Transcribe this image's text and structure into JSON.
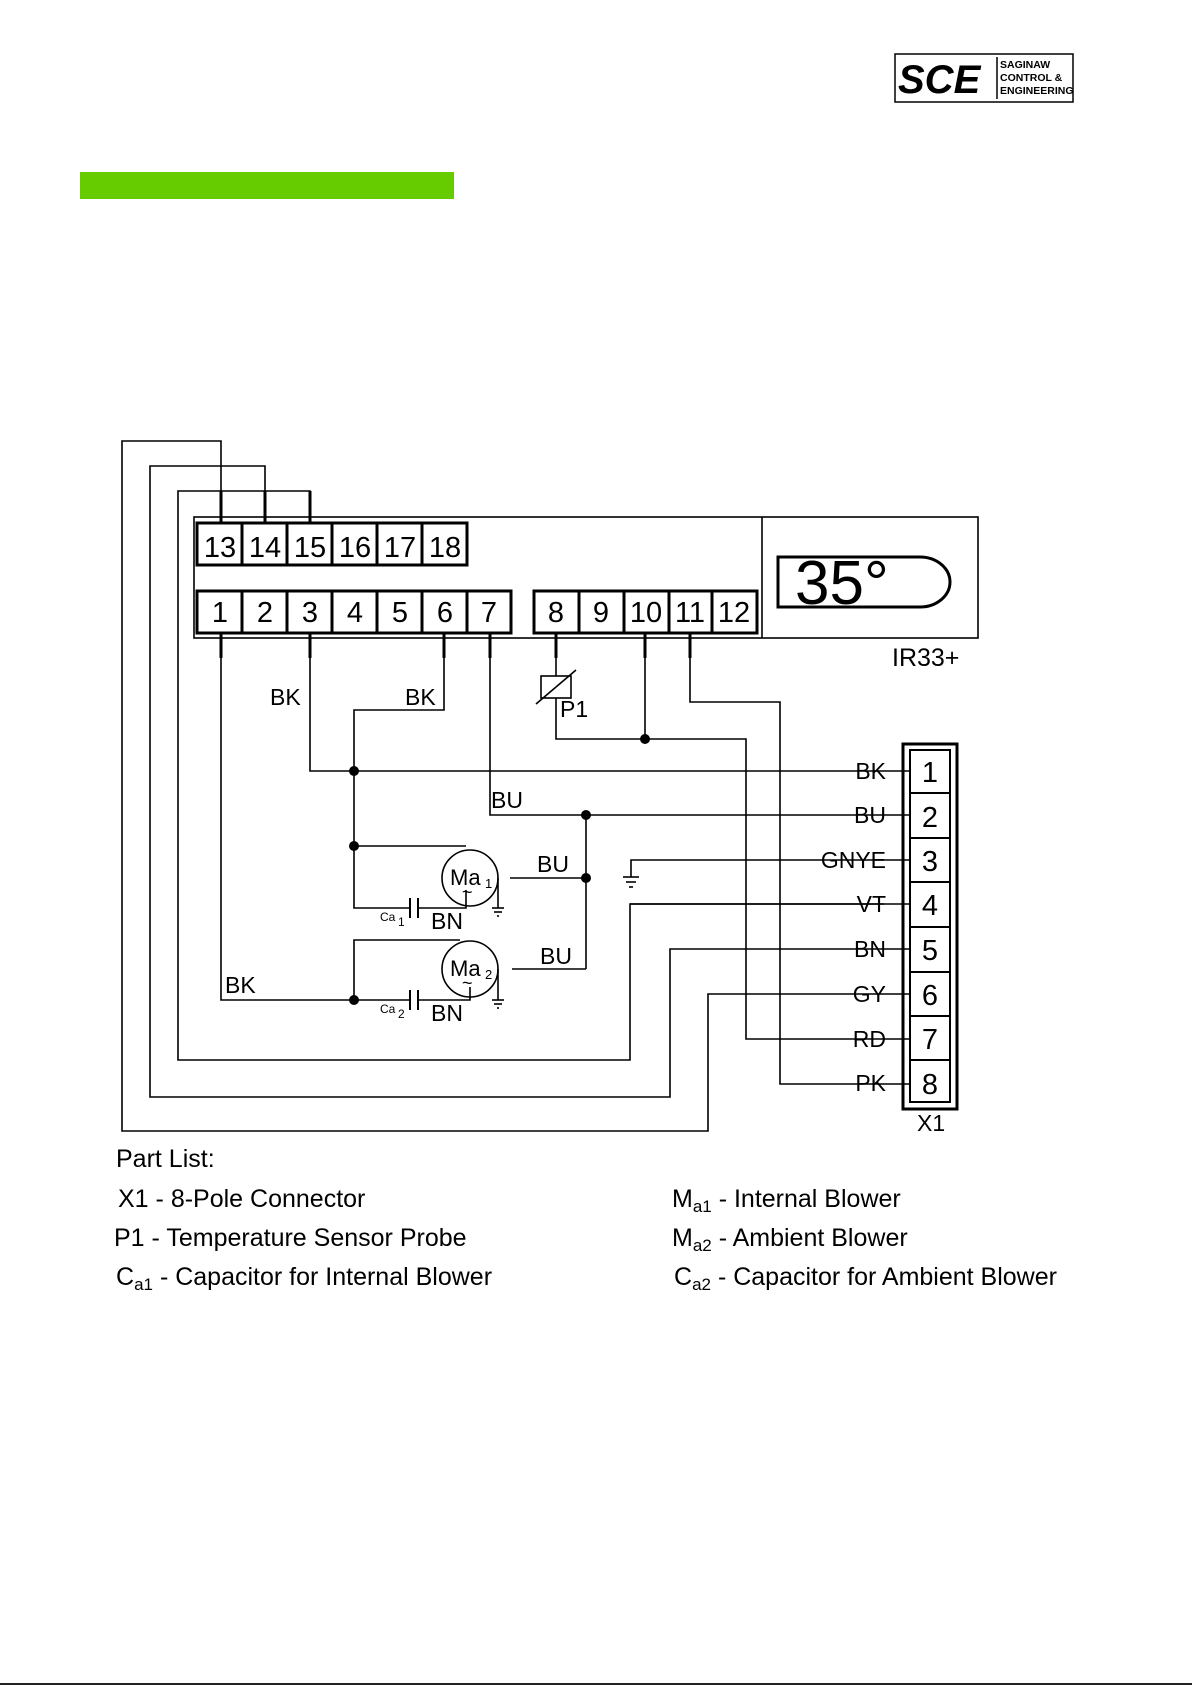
{
  "header": {
    "logo_mark": "SCE",
    "logo_line1": "SAGINAW",
    "logo_line2": "CONTROL &",
    "logo_line3": "ENGINEERING",
    "accent_color": "#66cc00"
  },
  "controller": {
    "top_terminals": [
      "13",
      "14",
      "15",
      "16",
      "17",
      "18"
    ],
    "bottom_terminals_a": [
      "1",
      "2",
      "3",
      "4",
      "5",
      "6",
      "7"
    ],
    "bottom_terminals_b": [
      "8",
      "9",
      "10",
      "11",
      "12"
    ],
    "display": "35°",
    "model": "IR33+"
  },
  "sensor": {
    "label": "P1"
  },
  "motor1": {
    "label_main": "Ma",
    "label_sub": "1",
    "cap_main": "Ca",
    "cap_sub": "1"
  },
  "motor2": {
    "label_main": "Ma",
    "label_sub": "2",
    "cap_main": "Ca",
    "cap_sub": "2"
  },
  "wires": {
    "bk_3": "BK",
    "bk_6": "BK",
    "bu_7": "BU",
    "bu_m1": "BU",
    "bn_m1": "BN",
    "bk_1": "BK",
    "bu_m2": "BU",
    "bn_m2": "BN"
  },
  "connector": {
    "label": "X1",
    "pins": [
      "1",
      "2",
      "3",
      "4",
      "5",
      "6",
      "7",
      "8"
    ],
    "wire_labels": [
      "BK",
      "BU",
      "GNYE",
      "VT",
      "BN",
      "GY",
      "RD",
      "PK"
    ]
  },
  "part_list": {
    "title": "Part List:",
    "x1_code": "X1",
    "x1_desc": "-  8-Pole Connector",
    "p1_code": "P1",
    "p1_desc": "-  Temperature Sensor  Probe",
    "ca1_code": "C",
    "ca1_sub": "a1",
    "ca1_desc": "-  Capacitor for Internal Blower",
    "ma1_code": "M",
    "ma1_sub": "a1",
    "ma1_desc": "-  Internal Blower",
    "ma2_code": "M",
    "ma2_sub": "a2",
    "ma2_desc": "-  Ambient Blower",
    "ca2_code": "C",
    "ca2_sub": "a2",
    "ca2_desc": "-  Capacitor for Ambient Blower"
  }
}
